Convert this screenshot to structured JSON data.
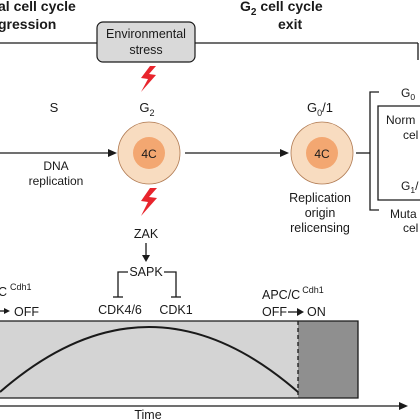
{
  "header": {
    "left_title_line1": "al cell cycle",
    "left_title_line2": "gression",
    "right_title_line1_pre": "G",
    "right_title_line1_sub": "2",
    "right_title_line1_post": " cell cycle",
    "right_title_line2": "exit"
  },
  "stress_box": {
    "label_line1": "Environmental",
    "label_line2": "stress"
  },
  "phases": {
    "s": "S",
    "g2_main": "G",
    "g2_sub": "2",
    "g0_main": "G",
    "g0_sub": "0",
    "g0_post": "/1"
  },
  "cells": {
    "left_label": "4C",
    "right_label": "4C"
  },
  "left_arrow_text": {
    "line1": "DNA",
    "line2": "replication"
  },
  "right_cell_text": {
    "line1": "Replication",
    "line2": "origin",
    "line3": "relicensing"
  },
  "outcome_box": {
    "g0_main": "G",
    "g0_sub": "0",
    "normal_line1": "Norm",
    "normal_line2": "cel",
    "g1_main": "G",
    "g1_sub": "1",
    "g1_post": "/",
    "mutant_line1": "Muta",
    "mutant_line2": "cel"
  },
  "pathway": {
    "zak": "ZAK",
    "sapk": "SAPK",
    "cdk46": "CDK4/6",
    "cdk1": "CDK1"
  },
  "timeline": {
    "left_apc_pre": "C",
    "left_apc_sup": "Cdh1",
    "left_state": "OFF",
    "right_apc": "APC/C",
    "right_apc_sup": "Cdh1",
    "right_off": "OFF",
    "right_on": "ON",
    "xlabel": "Time"
  },
  "colors": {
    "stress_box_fill": "#d9d9d9",
    "cell_outer": "#f8dcc0",
    "cell_inner": "#f3a771",
    "lightning": "#e8242c",
    "plot_fill": "#d4d4d4",
    "plot_shaded": "#8f8f8f"
  }
}
